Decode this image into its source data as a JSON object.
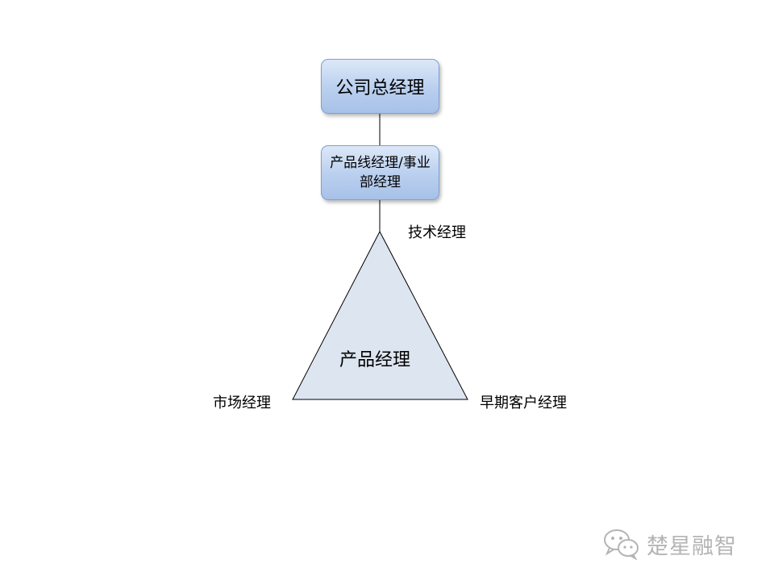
{
  "nodes": {
    "ceo": "公司总经理",
    "product_line_manager": "产品线经理/事业部经理"
  },
  "triangle": {
    "center_label": "产品经理",
    "top_label": "技术经理",
    "left_label": "市场经理",
    "right_label": "早期客户经理"
  },
  "watermark": {
    "text": "楚星融智",
    "icon": "wechat-icon"
  },
  "colors": {
    "box_fill": "#b9cfee",
    "box_border": "#7ea0cf",
    "triangle_fill": "#dde5f1",
    "watermark": "#b4b4b4"
  }
}
